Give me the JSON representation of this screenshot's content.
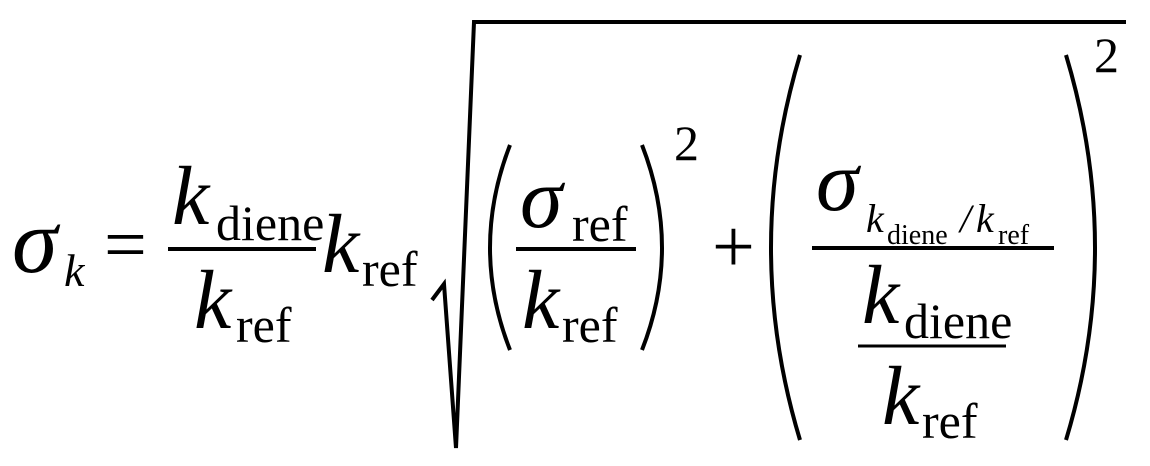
{
  "equation": {
    "sigma": "σ",
    "k": "k",
    "sub_diene": "diene",
    "sub_ref": "ref",
    "equals": "=",
    "plus": "+",
    "slash": "/",
    "exponent": "2",
    "color": "#000000"
  }
}
